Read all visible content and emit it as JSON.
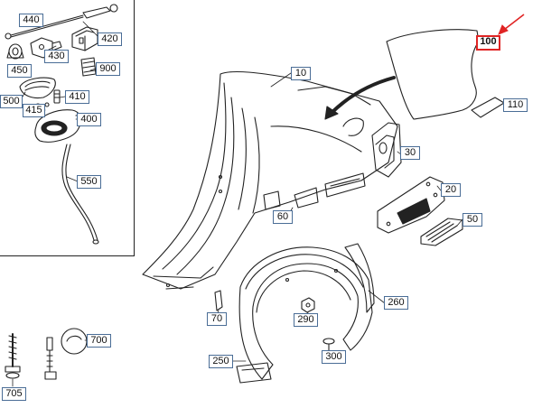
{
  "callouts": {
    "c440": "440",
    "c420": "420",
    "c430": "430",
    "c450": "450",
    "c900": "900",
    "c500": "500",
    "c410": "410",
    "c415": "415",
    "c400": "400",
    "c550": "550",
    "c10": "10",
    "c100": "100",
    "c110": "110",
    "c30": "30",
    "c20": "20",
    "c50": "50",
    "c60": "60",
    "c260": "260",
    "c70": "70",
    "c290": "290",
    "c300": "300",
    "c250": "250",
    "c700": "700",
    "c705": "705"
  },
  "colors": {
    "callout_border": "#4a6d96",
    "highlight": "#e02424",
    "line": "#222222"
  }
}
